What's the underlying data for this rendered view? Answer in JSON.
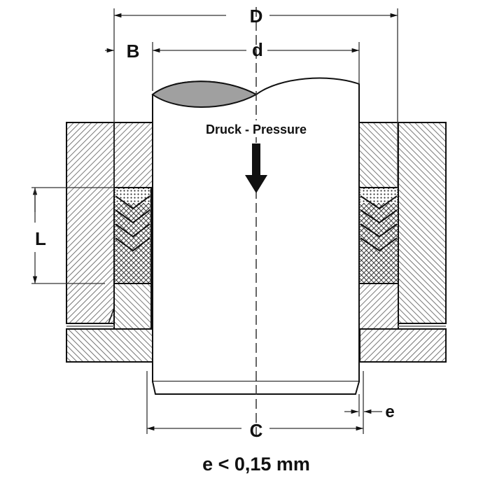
{
  "dimensions": {
    "D": "D",
    "d": "d",
    "B": "B",
    "L": "L",
    "C": "C",
    "e": "e"
  },
  "pressure_label": "Druck - Pressure",
  "tolerance_note": "e < 0,15 mm",
  "colors": {
    "line": "#111111",
    "hatch": "#555555",
    "shaft_top_shade": "#a0a0a0"
  }
}
